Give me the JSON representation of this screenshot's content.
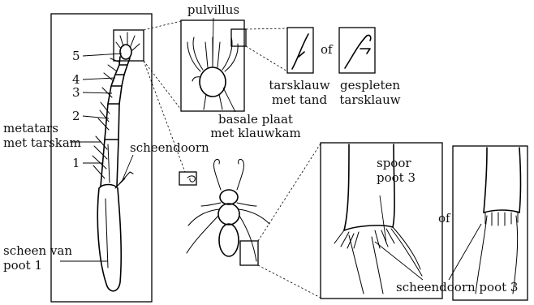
{
  "labels": {
    "pulvillus": "pulvillus",
    "tarsklauw_met_tand_1": "tarsklauw",
    "tarsklauw_met_tand_2": "met tand",
    "of_1": "of",
    "gespleten_1": "gespleten",
    "gespleten_2": "tarsklauw",
    "basale_1": "basale plaat",
    "basale_2": "met klauwkam",
    "num_5": "5",
    "num_4": "4",
    "num_3": "3",
    "num_2": "2",
    "num_1": "1",
    "metatars_1": "metatars",
    "metatars_2": "met tarskam",
    "scheendoorn": "scheendoorn",
    "spoor_1": "spoor",
    "spoor_2": "poot 3",
    "of_2": "of",
    "scheen_1": "scheen van",
    "scheen_2": "poot 1",
    "scheendoorn_poot3": "scheendoorn poot 3"
  }
}
